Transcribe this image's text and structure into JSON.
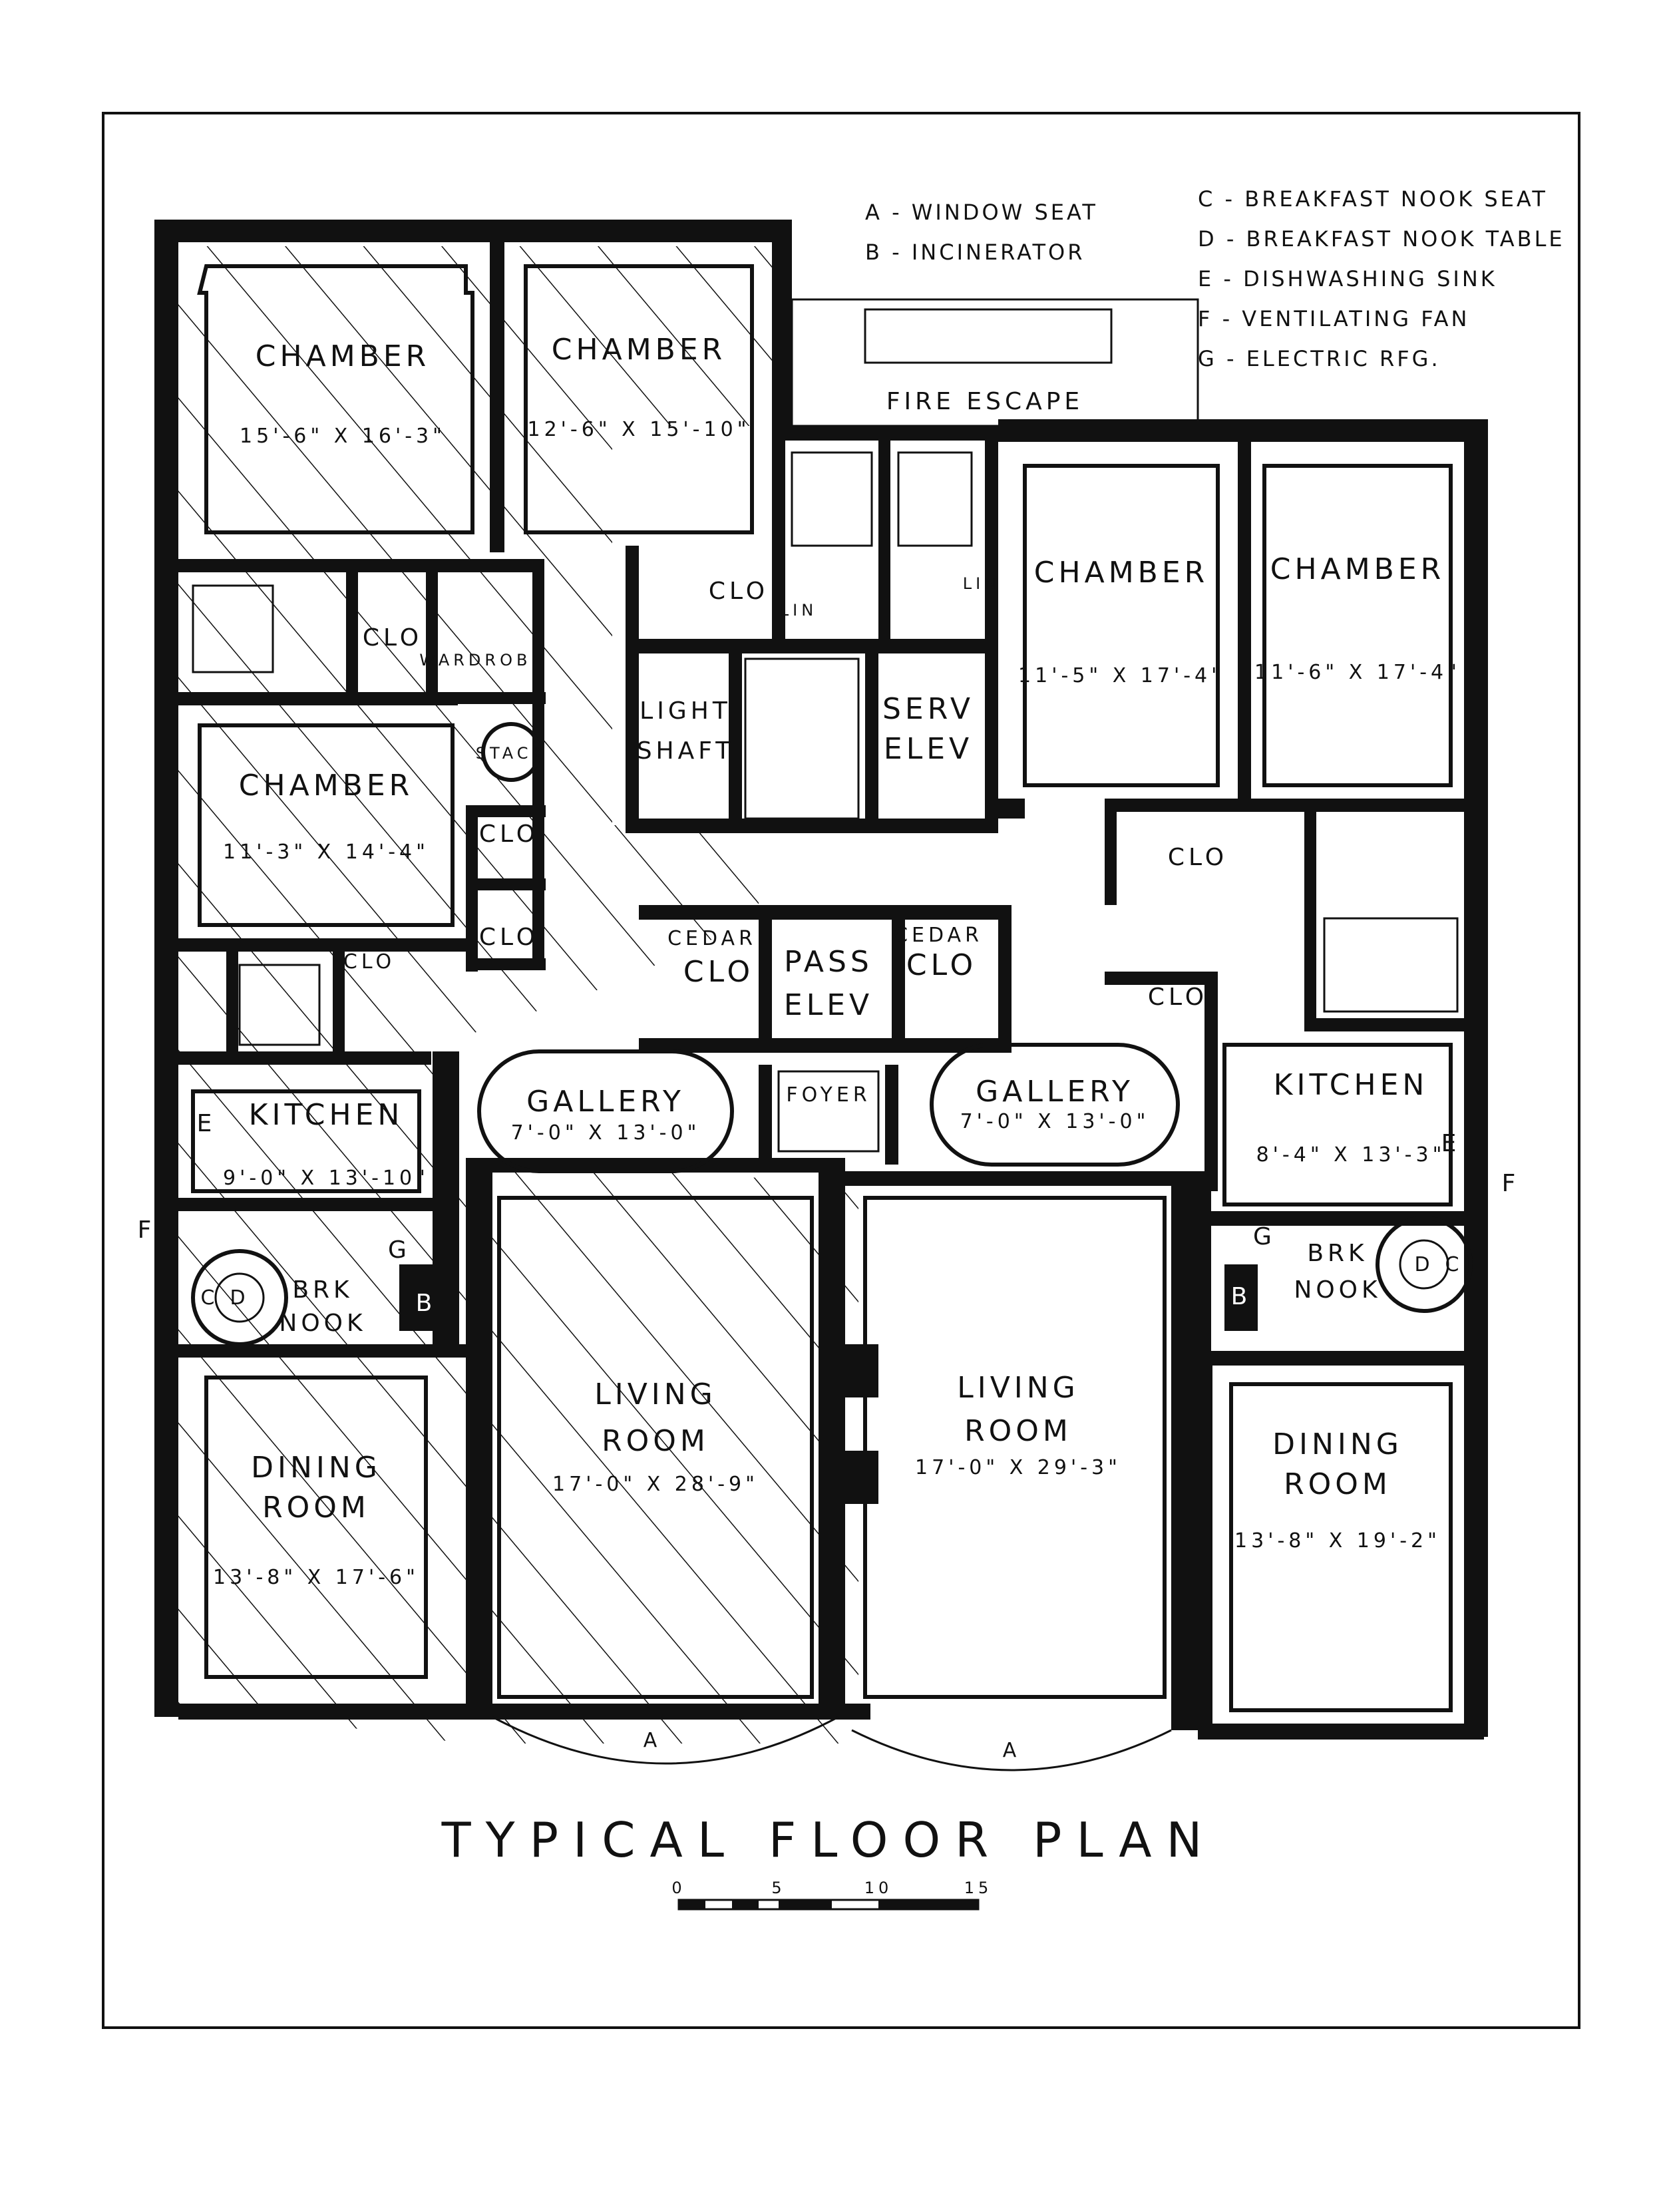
{
  "legend": [
    "A - WINDOW SEAT",
    "B - INCINERATOR",
    "C - BREAKFAST NOOK SEAT",
    "D - BREAKFAST NOOK TABLE",
    "E - DISHWASHING SINK",
    "F - VENTILATING FAN",
    "G - ELECTRIC RFG."
  ],
  "rooms": {
    "w_chamber1": {
      "name": "CHAMBER",
      "dims": "15'-6\" X 16'-3\""
    },
    "w_chamber2": {
      "name": "CHAMBER",
      "dims": "12'-6\" X 15'-10\""
    },
    "w_chamber3": {
      "name": "CHAMBER",
      "dims": "11'-3\" X 14'-4\""
    },
    "w_kitchen": {
      "name": "KITCHEN",
      "dims": "9'-0\" X 13'-10\""
    },
    "w_brk": {
      "name1": "BRK",
      "name2": "NOOK"
    },
    "w_dining": {
      "name1": "DINING",
      "name2": "ROOM",
      "dims": "13'-8\" X 17'-6\""
    },
    "w_living": {
      "name1": "LIVING",
      "name2": "ROOM",
      "dims": "17'-0\" X 28'-9\""
    },
    "w_gallery": {
      "name": "GALLERY",
      "dims": "7'-0\" X 13'-0\""
    },
    "e_chamber1": {
      "name": "CHAMBER",
      "dims": "11'-5\" X 17'-4\""
    },
    "e_chamber2": {
      "name": "CHAMBER",
      "dims": "11'-6\" X 17'-4\""
    },
    "e_kitchen": {
      "name": "KITCHEN",
      "dims": "8'-4\" X 13'-3\""
    },
    "e_brk": {
      "name1": "BRK",
      "name2": "NOOK"
    },
    "e_dining": {
      "name1": "DINING",
      "name2": "ROOM",
      "dims": "13'-8\" X 19'-2\""
    },
    "e_living": {
      "name1": "LIVING",
      "name2": "ROOM",
      "dims": "17'-0\" X 29'-3\""
    },
    "e_gallery": {
      "name": "GALLERY",
      "dims": "7'-0\" X 13'-0\""
    }
  },
  "labels": {
    "fire_escape": "FIRE ESCAPE",
    "light_shaft_1": "LIGHT",
    "light_shaft_2": "SHAFT",
    "serv_elev_1": "SERV",
    "serv_elev_2": "ELEV",
    "pass_elev_1": "PASS",
    "pass_elev_2": "ELEV",
    "cedar": "CEDAR",
    "clo": "CLO",
    "lin": "LIN",
    "wardrobe": "WARDROBE",
    "stack": "STACK",
    "foyer": "FOYER",
    "E": "E",
    "F": "F",
    "G": "G",
    "B": "B",
    "A": "A",
    "C": "C",
    "D": "D"
  },
  "title": "TYPICAL FLOOR PLAN",
  "scale": {
    "ticks": [
      "0",
      "5",
      "10",
      "15"
    ]
  }
}
